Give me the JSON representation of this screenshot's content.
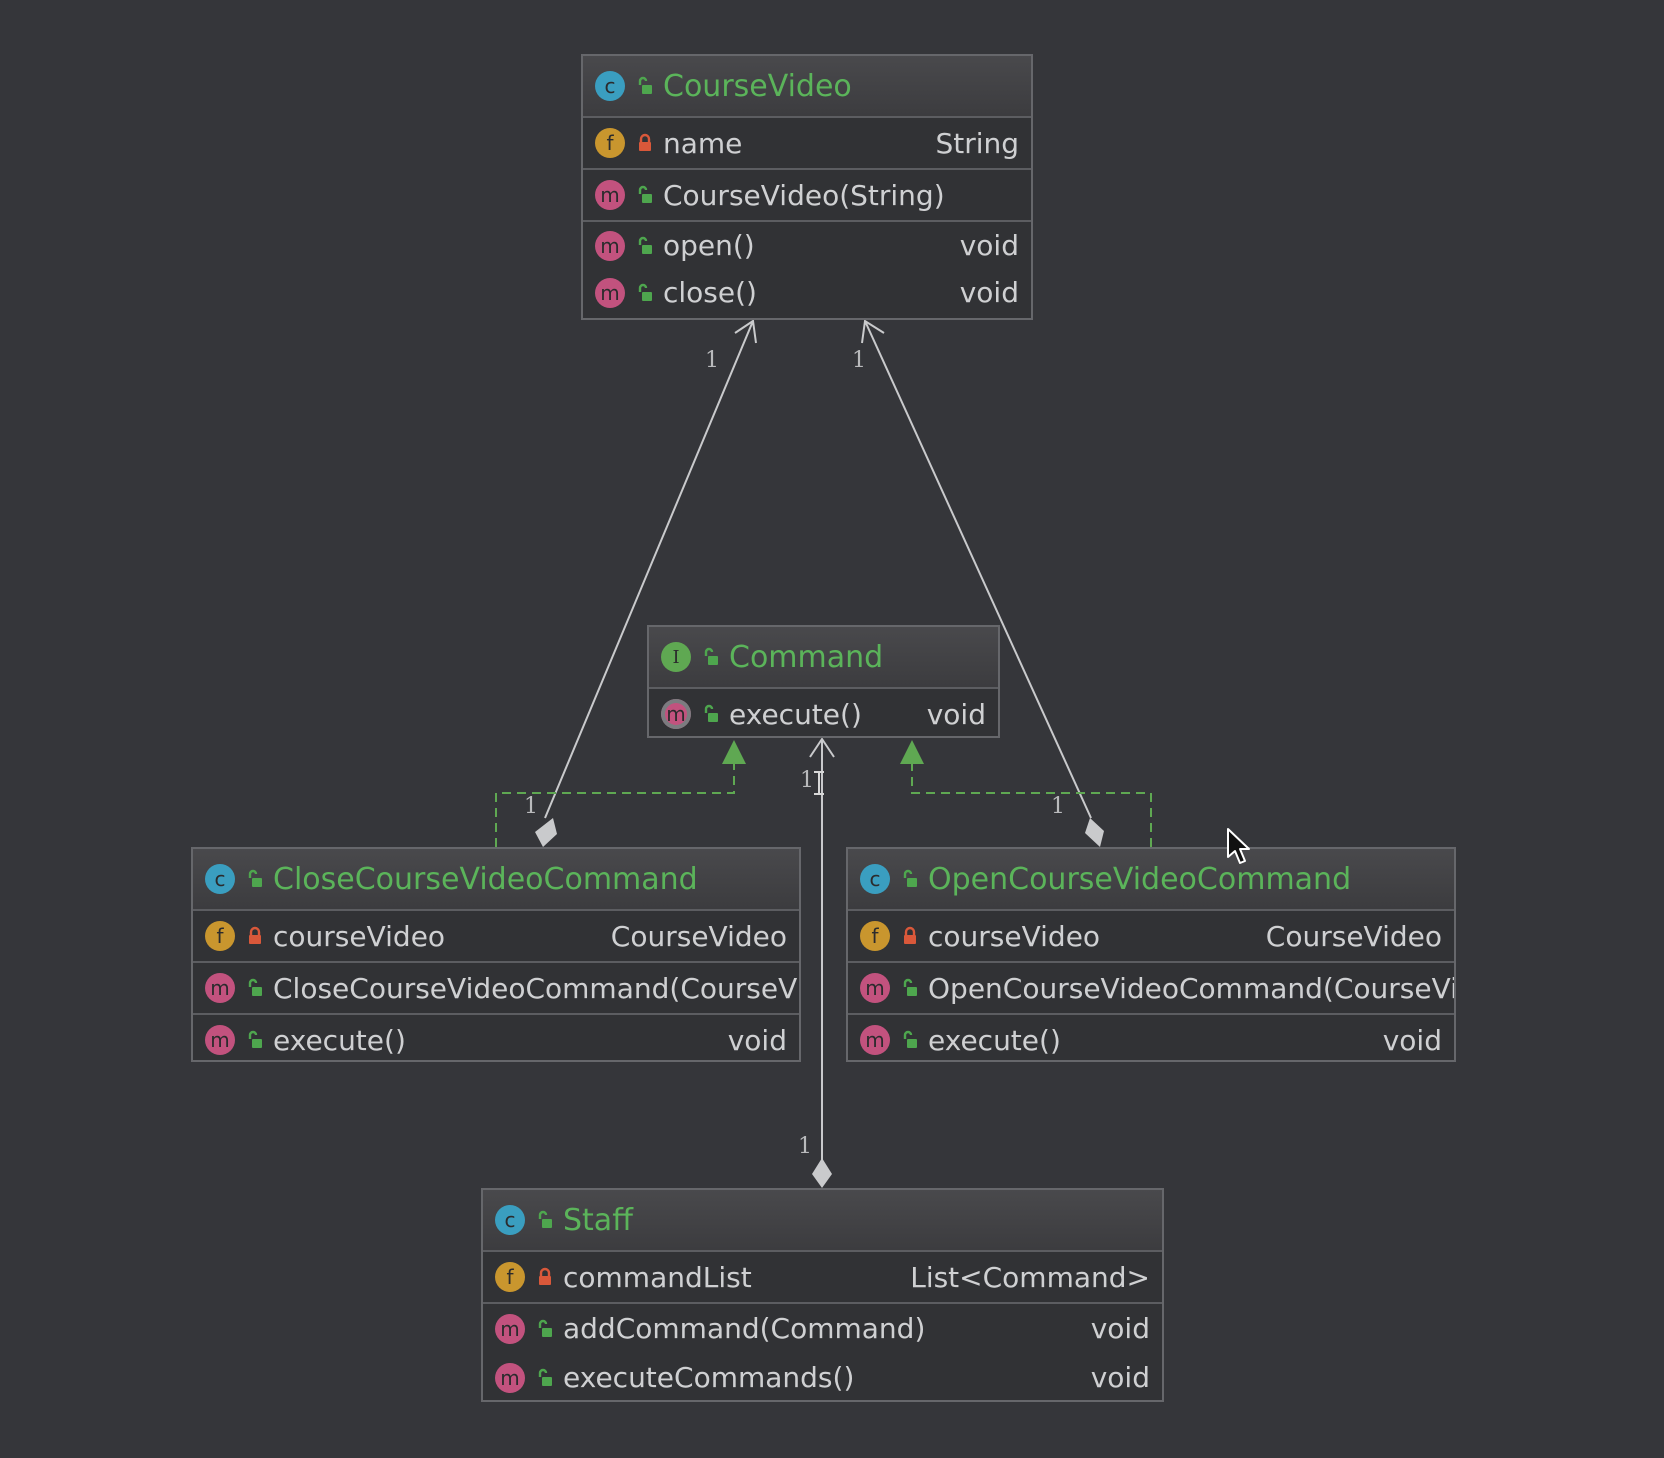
{
  "colors": {
    "background": "#35363a",
    "class_name": "#5bb45a",
    "member_text": "#cfd0d2",
    "edge": "#c9cacc",
    "realization": "#5fa852",
    "class_icon": "#3a9ec0",
    "field_icon": "#c9962e",
    "method_icon": "#c2527e",
    "interface_icon": "#5fa852",
    "public_lock": "#4ea64e",
    "private_lock": "#d9583a"
  },
  "classes": {
    "course_video": {
      "kind_icon": "class-icon",
      "kind_letter": "c",
      "visibility": "public",
      "name": "CourseVideo",
      "fields": [
        {
          "icon": "f",
          "visibility": "private",
          "name": "name",
          "type": "String"
        }
      ],
      "constructors": [
        {
          "icon": "m",
          "visibility": "public",
          "name": "CourseVideo(String)",
          "type": ""
        }
      ],
      "methods": [
        {
          "icon": "m",
          "visibility": "public",
          "name": "open()",
          "type": "void"
        },
        {
          "icon": "m",
          "visibility": "public",
          "name": "close()",
          "type": "void"
        }
      ]
    },
    "command": {
      "kind_icon": "interface-icon",
      "kind_letter": "I",
      "visibility": "public",
      "name": "Command",
      "methods": [
        {
          "icon": "m",
          "visibility": "public",
          "abstract": true,
          "name": "execute()",
          "type": "void"
        }
      ]
    },
    "close_cmd": {
      "kind_icon": "class-icon",
      "kind_letter": "c",
      "visibility": "public",
      "name": "CloseCourseVideoCommand",
      "fields": [
        {
          "icon": "f",
          "visibility": "private",
          "name": "courseVideo",
          "type": "CourseVideo"
        }
      ],
      "constructors": [
        {
          "icon": "m",
          "visibility": "public",
          "name": "CloseCourseVideoCommand(CourseVideo)",
          "type": ""
        }
      ],
      "methods": [
        {
          "icon": "m",
          "visibility": "public",
          "name": "execute()",
          "type": "void"
        }
      ]
    },
    "open_cmd": {
      "kind_icon": "class-icon",
      "kind_letter": "c",
      "visibility": "public",
      "name": "OpenCourseVideoCommand",
      "fields": [
        {
          "icon": "f",
          "visibility": "private",
          "name": "courseVideo",
          "type": "CourseVideo"
        }
      ],
      "constructors": [
        {
          "icon": "m",
          "visibility": "public",
          "name": "OpenCourseVideoCommand(CourseVideo)",
          "type": ""
        }
      ],
      "methods": [
        {
          "icon": "m",
          "visibility": "public",
          "name": "execute()",
          "type": "void"
        }
      ]
    },
    "staff": {
      "kind_icon": "class-icon",
      "kind_letter": "c",
      "visibility": "public",
      "name": "Staff",
      "fields": [
        {
          "icon": "f",
          "visibility": "private",
          "name": "commandList",
          "type": "List<Command>"
        }
      ],
      "methods": [
        {
          "icon": "m",
          "visibility": "public",
          "name": "addCommand(Command)",
          "type": "void"
        },
        {
          "icon": "m",
          "visibility": "public",
          "name": "executeCommands()",
          "type": "void"
        }
      ]
    }
  },
  "relations": [
    {
      "type": "composition",
      "from": "close_cmd",
      "to": "course_video",
      "multiplicity_source": "1",
      "multiplicity_target": "1"
    },
    {
      "type": "composition",
      "from": "open_cmd",
      "to": "course_video",
      "multiplicity_source": "1",
      "multiplicity_target": "1"
    },
    {
      "type": "realization",
      "from": "close_cmd",
      "to": "command"
    },
    {
      "type": "realization",
      "from": "open_cmd",
      "to": "command"
    },
    {
      "type": "composition",
      "from": "staff",
      "to": "command",
      "multiplicity_source": "1",
      "multiplicity_target": "1"
    }
  ],
  "multiplicity_labels": {
    "cv_left": "1",
    "cv_right": "1",
    "close_end": "1",
    "open_end": "1",
    "command_end": "1",
    "staff_end": "1"
  }
}
